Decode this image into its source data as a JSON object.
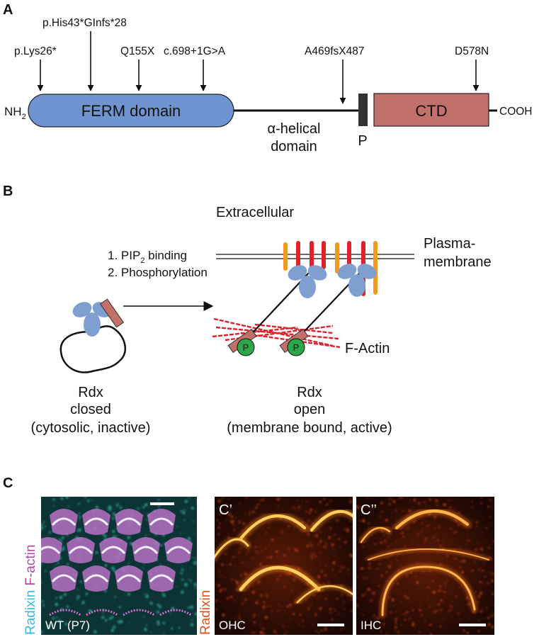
{
  "panelA": {
    "label": "A",
    "mutations": [
      "p.Lys26*",
      "p.His43*GInfs*28",
      "Q155X",
      "c.698+1G>A",
      "A469fsX487",
      "D578N"
    ],
    "nterm_main": "NH",
    "nterm_sub": "2",
    "cterm": "COOH",
    "ferm_label": "FERM domain",
    "helical_line1": "α-helical",
    "helical_line2": "domain",
    "p_label": "P",
    "ctd_label": "CTD",
    "colors": {
      "ferm": "#7094cf",
      "ctd": "#c2706a",
      "p_box": "#333333"
    }
  },
  "panelB": {
    "label": "B",
    "extracellular": "Extracellular",
    "membrane_line1": "Plasma-",
    "membrane_line2": "membrane",
    "step1_prefix": "1. PIP",
    "step1_sub": "2",
    "step1_suffix": " binding",
    "step2": "2. Phosphorylation",
    "factin": "F-Actin",
    "p_circle": "P",
    "closed_line1": "Rdx",
    "closed_line2": "closed",
    "closed_line3": "(cytosolic, inactive)",
    "open_line1": "Rdx",
    "open_line2": "open",
    "open_line3": "(membrane bound, active)",
    "colors": {
      "rdx": "#7f9fd0",
      "actin": "#e0202a",
      "phospho": "#2aa84a",
      "orange": "#f39a1e"
    }
  },
  "panelC": {
    "label": "C",
    "side_word1": "Radixin",
    "side_word2": "F-actin",
    "wt_label": "WT (P7)",
    "c1_label": "C’",
    "c2_label": "C’’",
    "side_radixin": "Radixin",
    "ohc_label": "OHC",
    "ihc_label": "IHC",
    "colors": {
      "cyan": "#3fb6e0",
      "magenta": "#b04aa8",
      "orange": "#e2521a"
    }
  }
}
